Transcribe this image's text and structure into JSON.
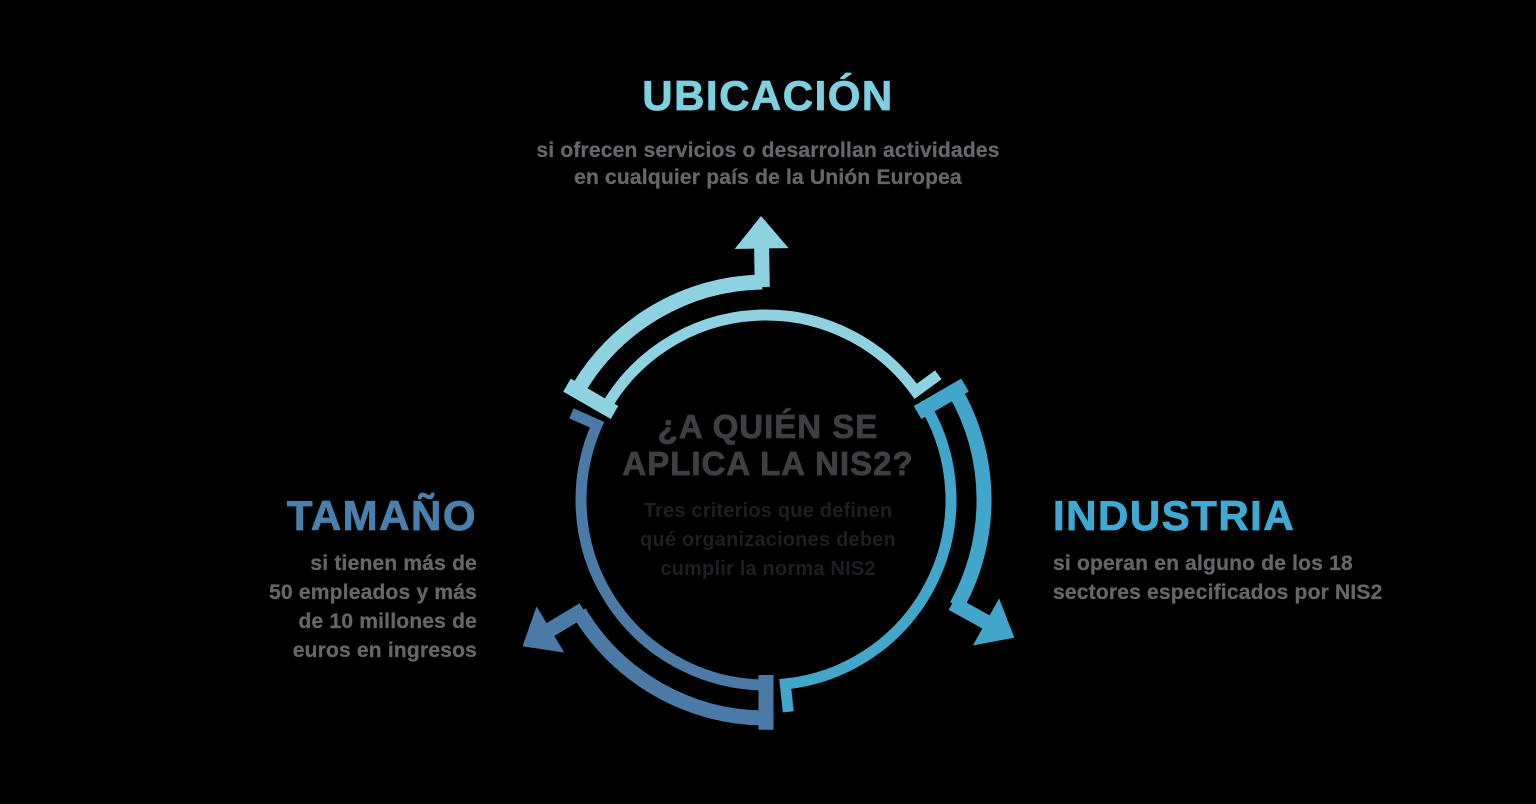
{
  "canvas": {
    "background": "#000000"
  },
  "center": {
    "title_line1": "¿A QUIÉN SE",
    "title_line2": "APLICA LA NIS2?",
    "subtitle_line1": "Tres criterios que definen",
    "subtitle_line2": "qué organizaciones deben",
    "subtitle_line3": "cumplir la norma NIS2",
    "title_color": "#3e3f42",
    "subtitle_color": "#1e1f22"
  },
  "sections": {
    "ubicacion": {
      "title": "UBICACIÓN",
      "color": "#7ecfe0",
      "lines": [
        "si ofrecen servicios o desarrollan actividades",
        "en cualquier país de la Unión Europea"
      ]
    },
    "industria": {
      "title": "INDUSTRIA",
      "color": "#3fa9d2",
      "lines": [
        "si operan en alguno de los 18",
        "sectores especificados por NIS2"
      ]
    },
    "tamano": {
      "title": "TAMAÑO",
      "color": "#4b7fac",
      "lines": [
        "si tienen más de",
        "50 empleados y más",
        "de 10 millones de",
        "euros en ingresos"
      ]
    }
  },
  "diagram": {
    "arc_top_color": "#8ed1e0",
    "arc_right_color": "#41a6c9",
    "arc_left_color": "#4b7aa6"
  },
  "description_text_color": "#656669"
}
